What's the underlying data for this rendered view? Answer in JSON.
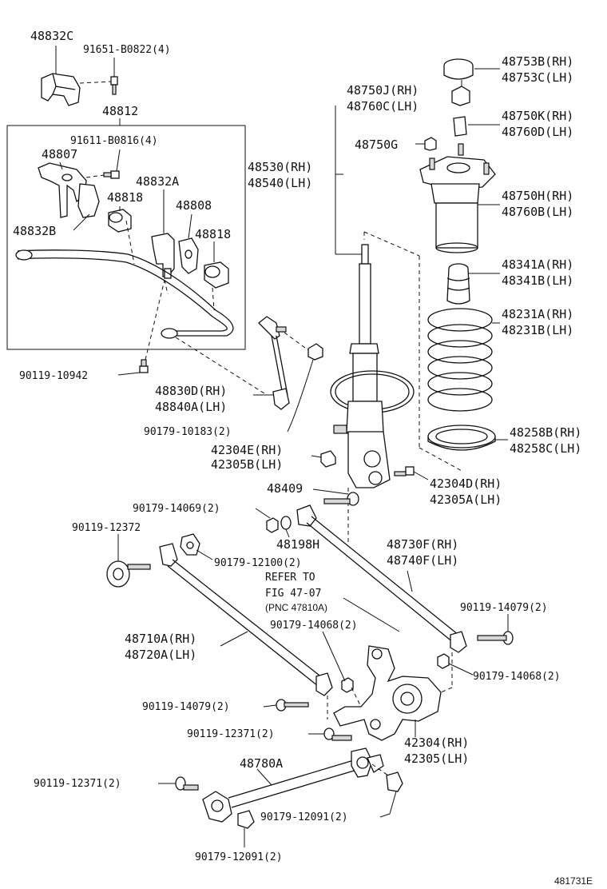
{
  "labels": {
    "l48832C": "48832C",
    "l91651": "91651-B0822(4)",
    "l48812": "48812",
    "l91611": "91611-B0816(4)",
    "l48807": "48807",
    "l48832A": "48832A",
    "l48818a": "48818",
    "l48808": "48808",
    "l48832B": "48832B",
    "l48818b": "48818",
    "l90119_10942": "90119-10942",
    "l48830D": "48830D(RH)",
    "l48840A": "48840A(LH)",
    "l90179_10183": "90179-10183(2)",
    "l48530": "48530(RH)",
    "l48540": "48540(LH)",
    "l48750J": "48750J(RH)",
    "l48760C": "48760C(LH)",
    "l48753B": "48753B(RH)",
    "l48753C": "48753C(LH)",
    "l48750K": "48750K(RH)",
    "l48760D": "48760D(LH)",
    "l48750G": "48750G",
    "l48750H": "48750H(RH)",
    "l48760B": "48760B(LH)",
    "l48341A": "48341A(RH)",
    "l48341B": "48341B(LH)",
    "l48231A": "48231A(RH)",
    "l48231B": "48231B(LH)",
    "l48258B": "48258B(RH)",
    "l48258C": "48258C(LH)",
    "l42304E": "42304E(RH)",
    "l42305B": "42305B(LH)",
    "l42304D": "42304D(RH)",
    "l42305A": "42305A(LH)",
    "l48409": "48409",
    "l90179_14069": "90179-14069(2)",
    "l48198H": "48198H",
    "l90119_12372": "90119-12372",
    "l90179_12100": "90179-12100(2)",
    "l48730F": "48730F(RH)",
    "l48740F": "48740F(LH)",
    "refer1": "REFER TO",
    "refer2": "FIG 47-07",
    "refer3": "(PNC 47810A)",
    "l90119_14079a": "90119-14079(2)",
    "l90179_14068a": "90179-14068(2)",
    "l48710A": "48710A(RH)",
    "l48720A": "48720A(LH)",
    "l90179_14068b": "90179-14068(2)",
    "l90119_14079b": "90119-14079(2)",
    "l90119_12371a": "90119-12371(2)",
    "l42304": "42304(RH)",
    "l42305": "42305(LH)",
    "l48780A": "48780A",
    "l90119_12371b": "90119-12371(2)",
    "l90179_12091a": "90179-12091(2)",
    "l90179_12091b": "90179-12091(2)",
    "code": "481731E"
  }
}
